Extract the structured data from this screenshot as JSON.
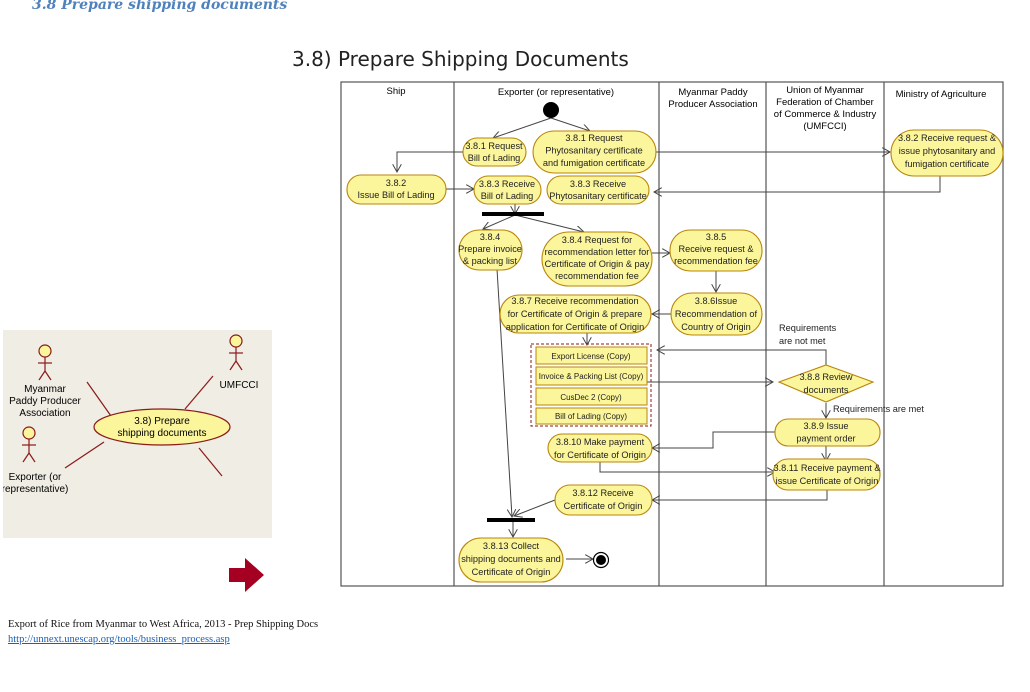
{
  "heading": "3.8  Prepare shipping documents",
  "diagram": {
    "title": "3.8) Prepare Shipping Documents",
    "lanes": [
      {
        "label": [
          "Ship"
        ]
      },
      {
        "label": [
          "Exporter (or representative)"
        ]
      },
      {
        "label": [
          "Myanmar Paddy",
          "Producer Association"
        ]
      },
      {
        "label": [
          "Union of Myanmar",
          "Federation of Chamber",
          "of Commerce & Industry",
          "(UMFCCI)"
        ]
      },
      {
        "label": [
          "Ministry of Agriculture"
        ]
      }
    ],
    "activities": {
      "a381a": [
        "3.8.1 Request",
        "Bill of Lading"
      ],
      "a381b": [
        "3.8.1 Request",
        "Phytosanitary certificate",
        "and fumigation certificate"
      ],
      "a382s": [
        "3.8.2",
        "Issue Bill of Lading"
      ],
      "a382m": [
        "3.8.2 Receive request &",
        "issue phytosanitary and",
        "fumigation certificate"
      ],
      "a383a": [
        "3.8.3 Receive",
        "Bill of Lading"
      ],
      "a383b": [
        "3.8.3 Receive",
        "Phytosanitary certificate"
      ],
      "a384a": [
        "3.8.4",
        "Prepare invoice",
        "& packing list"
      ],
      "a384b": [
        "3.8.4 Request for",
        "recommendation letter for",
        "Certificate of Origin & pay",
        "recommendation fee"
      ],
      "a385": [
        "3.8.5",
        "Receive request &",
        "recommendation fee"
      ],
      "a386": [
        "3.8.6Issue",
        "Recommendation of",
        "Country of Origin"
      ],
      "a387": [
        "3.8.7 Receive recommendation",
        "for Certificate of Origin & prepare",
        "application for Certificate of Origin"
      ],
      "a388": [
        "3.8.8 Review",
        "documents"
      ],
      "a389": [
        "3.8.9 Issue",
        "payment order"
      ],
      "a3810": [
        "3.8.10 Make payment",
        "for  Certificate of Origin"
      ],
      "a3811": [
        "3.8.11 Receive payment &",
        "issue Certificate of Origin"
      ],
      "a3812": [
        "3.8.12 Receive",
        "Certificate of Origin"
      ],
      "a3813": [
        "3.8.13 Collect",
        "shipping documents and",
        "Certificate of Origin"
      ]
    },
    "documents": [
      "Export License  (Copy)",
      "Invoice & Packing  List  (Copy)",
      "CusDec 2  (Copy)",
      "Bill of Lading (Copy)"
    ],
    "guards": {
      "not_met": [
        "Requirements",
        "are not met"
      ],
      "met": "Requirements are met"
    }
  },
  "usecase": {
    "actors": {
      "mppa": [
        "Myanmar",
        "Paddy Producer",
        "Association"
      ],
      "umfcci": [
        "UMFCCI"
      ],
      "exporter": [
        "Exporter (or",
        "representative)"
      ]
    },
    "case": [
      "3.8) Prepare",
      "shipping documents"
    ]
  },
  "colors": {
    "activity_fill": "#fbf59b",
    "activity_stroke": "#b8860b",
    "arrow_red": "#a50021",
    "heading_blue": "#4f81bd",
    "usecase_bg": "#efede4",
    "actor_stroke": "#8b1a1a"
  },
  "caption": {
    "text": "Export of Rice from Myanmar to West Africa, 2013 - Prep Shipping Docs",
    "link": "http://unnext.unescap.org/tools/business_process.asp"
  }
}
